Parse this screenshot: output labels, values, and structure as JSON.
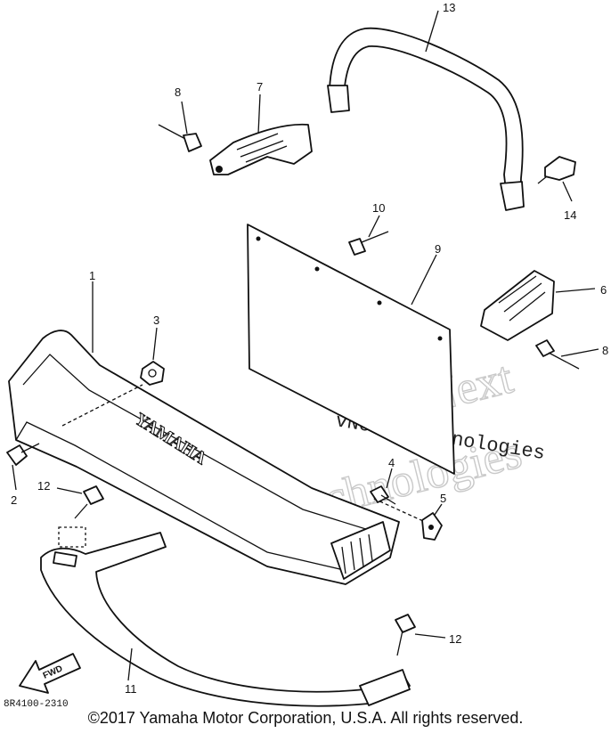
{
  "diagram": {
    "callouts": {
      "c1": "1",
      "c2": "2",
      "c3": "3",
      "c4": "4",
      "c5": "5",
      "c6": "6",
      "c7": "7",
      "c8a": "8",
      "c8b": "8",
      "c9": "9",
      "c10": "10",
      "c11": "11",
      "c12a": "12",
      "c12b": "12",
      "c13": "13",
      "c14": "14"
    },
    "emblem_text": "YAMAHA",
    "fwd_label": "FWD",
    "part_code": "8R4100-2310",
    "watermark": {
      "line1": "vNext",
      "line2": "Technologies",
      "line3": "vNext Technologies"
    },
    "copyright": "©2017 Yamaha Motor Corporation, U.S.A. All rights reserved."
  }
}
